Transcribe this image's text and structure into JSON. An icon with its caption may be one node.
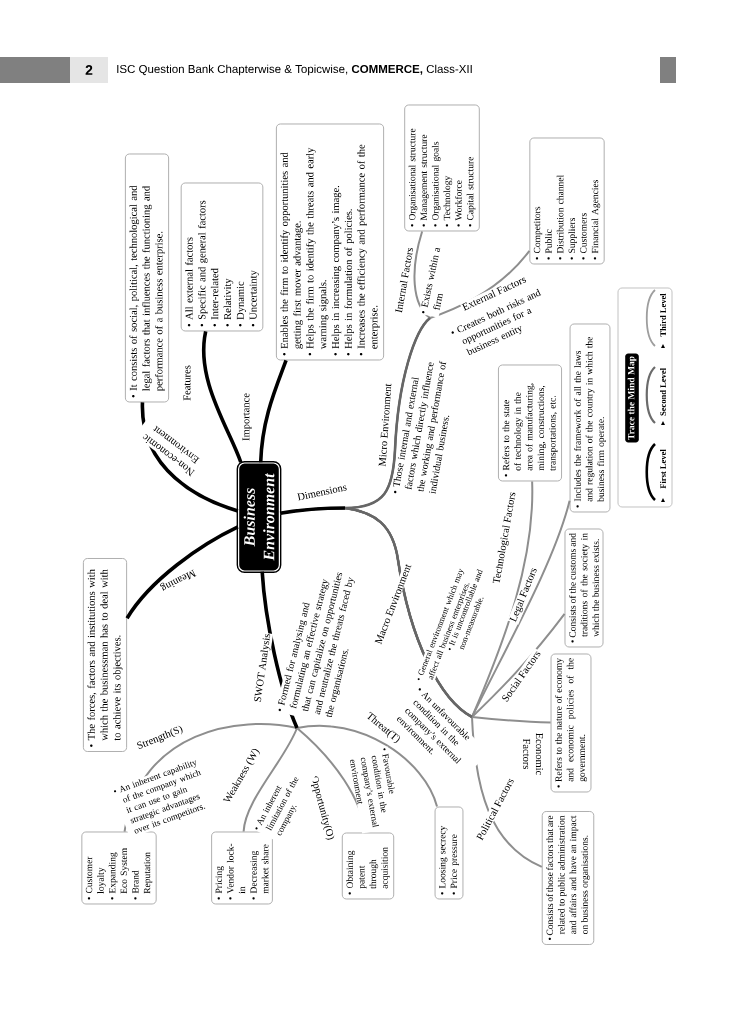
{
  "diagram": {
    "nodes": [
      {
        "text": [
          "Business Environment"
        ]
      },
      {
        "text": [
          "• It consists of social, political, technological and legal factors that influences the functioning and performance of a business enterprise."
        ]
      },
      {
        "text": [
          "• All external factors",
          "• Specific and general factors",
          "• Inter-related",
          "• Relativity",
          "• Dynamic",
          "• Uncertainty"
        ]
      },
      {
        "text": [
          "• Enables the firm to identify opportunities and getting first mover advantage.",
          "• Helps the firm to identify the threats and early warning signals.",
          "• Helps in increasing company’s image.",
          "• Helps in formulation of policies.",
          "• Increases the efficiency and performance of the enterprise."
        ]
      },
      {
        "text": [
          "• The forces, factors and institutions with which the businessman has to deal with to achieve its objectives."
        ]
      },
      {
        "text": [
          "• Organisational structure",
          "• Management structure",
          "• Organisational goals",
          "• Technology",
          "• Workforce",
          "• Capital structure"
        ]
      },
      {
        "text": [
          "• Competitors",
          "• Public",
          "• Distribution channel",
          "• Suppliers",
          "• Customers",
          "• Financial Agencies"
        ]
      },
      {
        "text": [
          "• Refers to the state of technology in the area of manufacturing, mining, constructions, transportations, etc."
        ]
      },
      {
        "text": [
          "• Includes the framework of all the laws and regulation of the country in which the business firm operate."
        ]
      },
      {
        "text": [
          "• Consists of the customs and traditions of the society in which the business exists."
        ]
      },
      {
        "text": [
          "• Refers to the nature of economy and economic policies of the government."
        ]
      },
      {
        "text": [
          "• Consists of those factors that are related to public administration and affairs and have an impact on business organisations."
        ]
      },
      {
        "text": [
          "• Customer loyalty",
          "• Expanding Eco System",
          "• Brand Reputation"
        ]
      },
      {
        "text": [
          "• Pricing",
          "• Vendor lock-in",
          "• Decreasing market share"
        ]
      },
      {
        "text": [
          "• Obtaining patent through acquisition"
        ]
      },
      {
        "text": [
          "• Loosing secrecy",
          "• Price pressure"
        ]
      }
    ],
    "edges": [
      {
        "from": 0,
        "to": 1,
        "arrow": "none",
        "label": "Non-economic Environment",
        "style": "thick",
        "color": "#000000"
      },
      {
        "from": 0,
        "to": 2,
        "arrow": "none",
        "label": "Features",
        "style": "thick",
        "color": "#000000"
      },
      {
        "from": 0,
        "to": 3,
        "arrow": "none",
        "label": "Importance",
        "style": "thick",
        "color": "#000000"
      },
      {
        "from": 0,
        "to": 4,
        "arrow": "none",
        "label": "Meaning",
        "style": "thick",
        "color": "#000000"
      },
      {
        "from": 0,
        "to": 5,
        "arrow": "none",
        "label": "Internal Factors"
      },
      {
        "from": 0,
        "to": 6,
        "arrow": "none",
        "label": "External Factors"
      },
      {
        "from": 0,
        "to": 7,
        "arrow": "none",
        "label": "Technological Factors"
      },
      {
        "from": 0,
        "to": 8,
        "arrow": "none",
        "label": "Legal Factors"
      },
      {
        "from": 0,
        "to": 9,
        "arrow": "none",
        "label": "Social Factors"
      },
      {
        "from": 0,
        "to": 10,
        "arrow": "none",
        "label": "Economic Factors"
      },
      {
        "from": 0,
        "to": 11,
        "arrow": "none",
        "label": "Political Factors"
      },
      {
        "from": 0,
        "to": 12,
        "arrow": "none",
        "label": "Strength(S)"
      },
      {
        "from": 0,
        "to": 13,
        "arrow": "none",
        "label": "Weakness (W)"
      },
      {
        "from": 0,
        "to": 14,
        "arrow": "none",
        "label": "Opportunity(O)"
      },
      {
        "from": 0,
        "to": 15,
        "arrow": "none",
        "label": "Threat(T)"
      }
    ],
    "labels": [
      "2",
      "ISC Question Bank Chapterwise & Topicwise, **COMMERCE,** Class-XII",
      "Dimensions",
      "Micro Environment",
      "• Those internal and external factors which directly influence the working and performance of individual business.",
      "• Exists within a firm",
      "• Creates both risks and opportunities for a business entity",
      "Macro Environment",
      "• General environment which may affect all business enterprises.",
      "• It is uncontrollable and non-measurable.",
      "SWOT Analysis",
      "• Formed for analysing and formulating an effective strategy that can capitalize on opportunities and neutralize the threats faced by the organisations.",
      "• An inherent capability of the company which it can use to gain strategic advantages over its competitors.",
      "• An inherent limitation of the company.",
      "• Favourable condition in the company’s external environment",
      "• An unfavourable condition in the company’s external environment.",
      "Trace the Mind Map"
    ],
    "legend": [
      {
        "text": "First Level"
      },
      {
        "text": "Second Level"
      },
      {
        "text": "Third Level"
      }
    ]
  }
}
